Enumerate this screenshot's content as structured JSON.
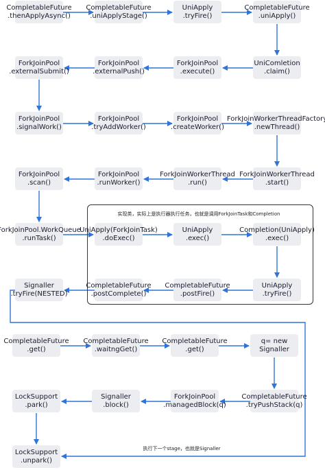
{
  "colors": {
    "node_fill": "#ebedf0",
    "arrow": "#2f74d6",
    "text": "#1a1a2e",
    "group_border": "#333333"
  },
  "nodes": [
    {
      "id": "n1",
      "line1": "CompletableFuture",
      "line2": ".thenApplyAsync()"
    },
    {
      "id": "n2",
      "line1": "CompletableFuture",
      "line2": ".uniApplyStage()"
    },
    {
      "id": "n3",
      "line1": "UniApply",
      "line2": ".tryFire()"
    },
    {
      "id": "n4",
      "line1": "CompletableFuture",
      "line2": ".uniApply()"
    },
    {
      "id": "n5",
      "line1": "ForkJoinPool",
      "line2": ".externalSubmit()"
    },
    {
      "id": "n6",
      "line1": "ForkJoinPool",
      "line2": ".externalPush()"
    },
    {
      "id": "n7",
      "line1": "ForkJoinPool",
      "line2": ".execute()"
    },
    {
      "id": "n8",
      "line1": "UniComletion",
      "line2": ".claim()"
    },
    {
      "id": "n9",
      "line1": "ForkJoinPool",
      "line2": ".signalWork()"
    },
    {
      "id": "n10",
      "line1": "ForkJoinPool",
      "line2": ".tryAddWorker()"
    },
    {
      "id": "n11",
      "line1": "ForkJoinPool",
      "line2": ".createWorker()"
    },
    {
      "id": "n12",
      "line1": "ForkJoinWorkerThreadFactory",
      "line2": ".newThread()"
    },
    {
      "id": "n13",
      "line1": "ForkJoinPool",
      "line2": ".scan()"
    },
    {
      "id": "n14",
      "line1": "ForkJoinPool",
      "line2": ".runWorker()"
    },
    {
      "id": "n15",
      "line1": "ForkJoinWorkerThread",
      "line2": ".run()"
    },
    {
      "id": "n16",
      "line1": "ForkJoinWorkerThread",
      "line2": ".start()"
    },
    {
      "id": "n17",
      "line1": "ForkJoinPool.WorkQueue",
      "line2": ".runTask()"
    },
    {
      "id": "n18",
      "line1": "UniApply(ForkJoinTask)",
      "line2": ".doExec()"
    },
    {
      "id": "n19",
      "line1": "UniApply",
      "line2": ".exec()"
    },
    {
      "id": "n20",
      "line1": "Completion(UniApply)",
      "line2": ".exec()"
    },
    {
      "id": "n21",
      "line1": "Signaller",
      "line2": ".tryFire(NESTED)"
    },
    {
      "id": "n22",
      "line1": "CompletableFuture",
      "line2": ".postComplete()"
    },
    {
      "id": "n23",
      "line1": "CompletableFuture",
      "line2": ".postFire()"
    },
    {
      "id": "n24",
      "line1": "UniApply",
      "line2": ".tryFire()"
    },
    {
      "id": "n25",
      "line1": "CompletableFuture",
      "line2": ".get()"
    },
    {
      "id": "n26",
      "line1": "CompletableFuture",
      "line2": ".waitngGet()"
    },
    {
      "id": "n27",
      "line1": "CompletableFuture",
      "line2": ".get()"
    },
    {
      "id": "n28",
      "line1": "q= new",
      "line2": "Signaller"
    },
    {
      "id": "n29",
      "line1": "LockSupport",
      "line2": ".park()"
    },
    {
      "id": "n30",
      "line1": "Signaller",
      "line2": ".block()"
    },
    {
      "id": "n31",
      "line1": "ForkJoinPool",
      "line2": ".managedBlock(q)"
    },
    {
      "id": "n32",
      "line1": "CompletableFuture",
      "line2": ".tryPushStack(q)"
    },
    {
      "id": "n33",
      "line1": "LockSupport",
      "line2": ".unpark()"
    }
  ],
  "group_note": "实现类，实际上是执行器执行任务，也就是调用ForkJoinTask和Completion",
  "bottom_note": "执行下一个stage，也就是Signaller"
}
